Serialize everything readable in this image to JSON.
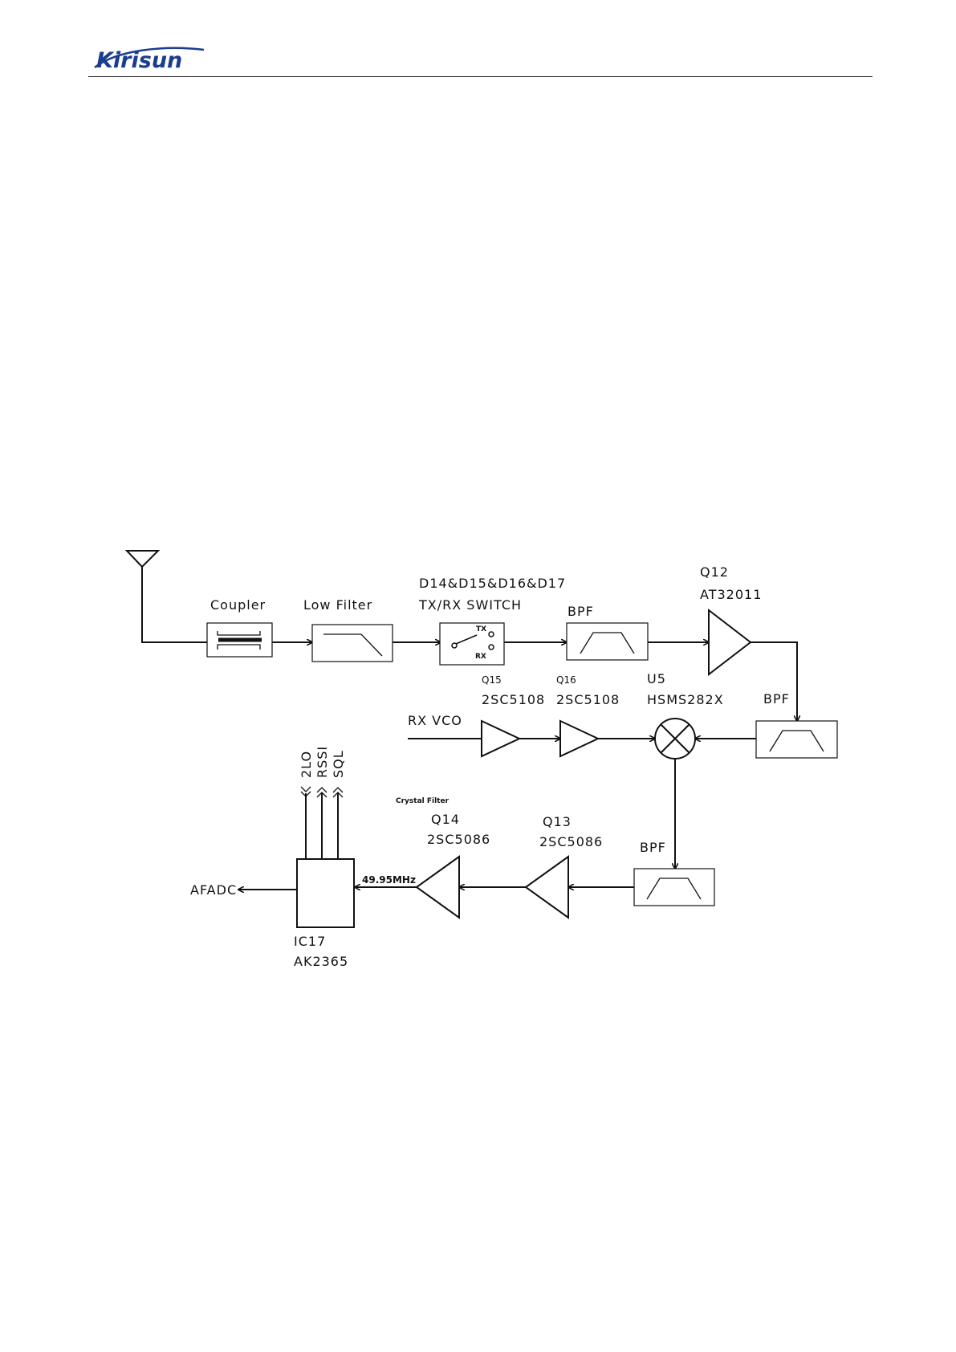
{
  "header": {
    "logo_text": "Kirisun",
    "logo_color": "#1b3d8f"
  },
  "diagram": {
    "coupler": "Coupler",
    "low_filter": "Low Filter",
    "switch_ref": "D14&D15&D16&D17",
    "switch_name": "TX/RX SWITCH",
    "switch_tx": "TX",
    "switch_rx": "RX",
    "bpf1": "BPF",
    "q12_ref": "Q12",
    "q12_part": "AT32011",
    "bpf2": "BPF",
    "rx_vco": "RX VCO",
    "q15_ref": "Q15",
    "q15_part": "2SC5108",
    "q16_ref": "Q16",
    "q16_part": "2SC5108",
    "u5_ref": "U5",
    "u5_part": "HSMS282X",
    "bpf3": "BPF",
    "crystal_filter": "Crystal Filter",
    "q14_ref": "Q14",
    "q14_part": "2SC5086",
    "q13_ref": "Q13",
    "q13_part": "2SC5086",
    "freq": "49.95MHz",
    "afadc": "AFADC",
    "ic17_ref": "IC17",
    "ic17_part": "AK2365",
    "sig_2lo": "2LO",
    "sig_rssi": "RSSI",
    "sig_sql": "SQL"
  }
}
